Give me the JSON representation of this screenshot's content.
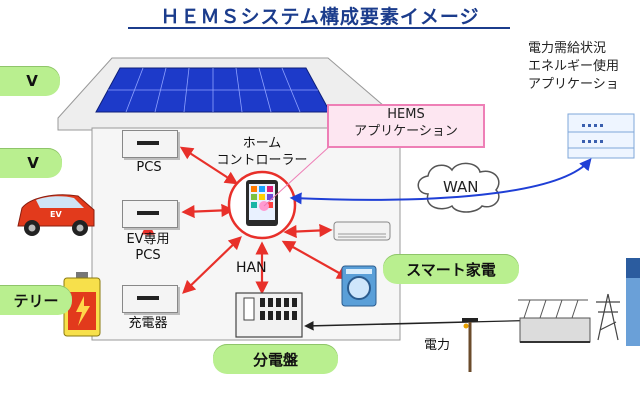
{
  "title": "ＨＥＭＳシステム構成要素イメージ",
  "left_pills": [
    "V",
    "V",
    "テリー"
  ],
  "devices": {
    "pcs": "PCS",
    "ev_pcs_line1": "EV専用",
    "ev_pcs_line2": "PCS",
    "charger": "充電器"
  },
  "controller_line1": "ホーム",
  "controller_line2": "コントローラー",
  "hems_app_line1": "HEMS",
  "hems_app_line2": "アプリケーション",
  "han": "HAN",
  "smart_appliances": "スマート家電",
  "distribution_board": "分電盤",
  "wan": "WAN",
  "power": "電力",
  "info_lines": [
    "電力需給状況",
    "エネルギー使用",
    "アプリケーショ"
  ],
  "ev_badge": "EV",
  "colors": {
    "title": "#1b3c8c",
    "pill": "#b9ef8f",
    "arrow_red": "#e8302a",
    "arrow_blue": "#1f3fd6",
    "panel_blue": "#1d3ac9",
    "house_fill": "#f6f6f6",
    "hems_box_fill": "#fde6f1",
    "hems_box_border": "#ee7fb6"
  }
}
